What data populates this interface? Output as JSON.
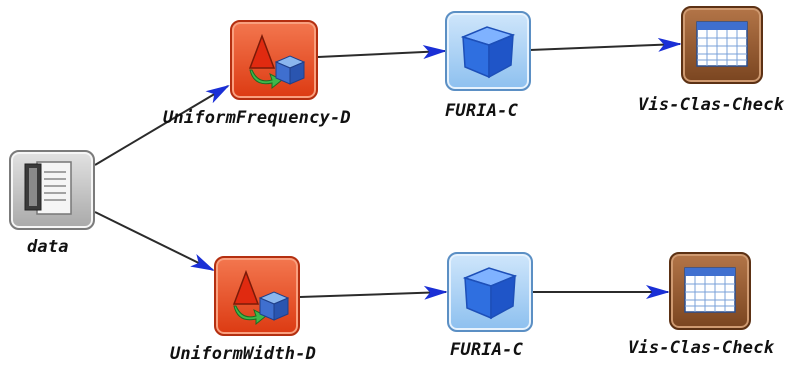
{
  "colors": {
    "edge": "#2b2b2b",
    "arrowhead": "#1a2fd6",
    "data_node": "#b8b8b8",
    "discretizer_node": "#e8502a",
    "classifier_node": "#9ecbf2",
    "visualization_node": "#8b5128"
  },
  "nodes": {
    "data": {
      "label": "data",
      "icon": "document-icon"
    },
    "uf": {
      "label": "UniformFrequency-D",
      "icon": "discretize-icon"
    },
    "furia1": {
      "label": "FURIA-C",
      "icon": "cube-icon"
    },
    "vis1": {
      "label": "Vis-Clas-Check",
      "icon": "table-grid-icon"
    },
    "uw": {
      "label": "UniformWidth-D",
      "icon": "discretize-icon"
    },
    "furia2": {
      "label": "FURIA-C",
      "icon": "cube-icon"
    },
    "vis2": {
      "label": "Vis-Clas-Check",
      "icon": "table-grid-icon"
    }
  },
  "edges": [
    {
      "from": "data",
      "to": "uf"
    },
    {
      "from": "uf",
      "to": "furia1"
    },
    {
      "from": "furia1",
      "to": "vis1"
    },
    {
      "from": "data",
      "to": "uw"
    },
    {
      "from": "uw",
      "to": "furia2"
    },
    {
      "from": "furia2",
      "to": "vis2"
    }
  ]
}
